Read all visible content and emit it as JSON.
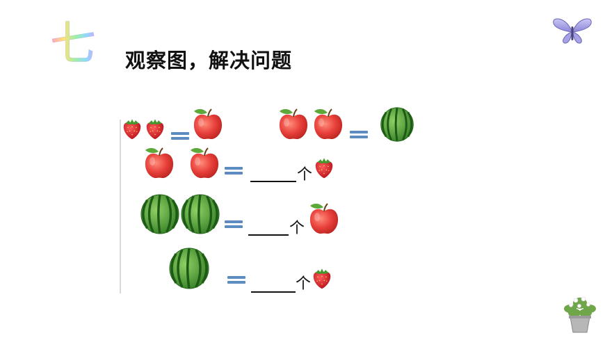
{
  "header": {
    "section_number": "七",
    "title": "观察图，解决问题"
  },
  "given": [
    {
      "left": [
        {
          "fruit": "strawberry",
          "count": 2
        }
      ],
      "right": [
        {
          "fruit": "apple",
          "count": 1
        }
      ]
    },
    {
      "left": [
        {
          "fruit": "apple",
          "count": 2
        }
      ],
      "right": [
        {
          "fruit": "watermelon",
          "count": 1
        }
      ]
    }
  ],
  "questions": [
    {
      "left": [
        {
          "fruit": "apple",
          "count": 2
        }
      ],
      "answer": "",
      "unit": "个",
      "target": "strawberry"
    },
    {
      "left": [
        {
          "fruit": "watermelon",
          "count": 2
        }
      ],
      "answer": "",
      "unit": "个",
      "target": "apple"
    },
    {
      "left": [
        {
          "fruit": "watermelon",
          "count": 1
        }
      ],
      "answer": "",
      "unit": "个",
      "target": "strawberry"
    }
  ],
  "decor": {
    "top_right": "butterfly-icon",
    "bottom_right": "flower-pot-icon"
  },
  "colors": {
    "equals_sign": "#5b8bbf",
    "apple": "#e8403a",
    "strawberry": "#d91f26",
    "watermelon": "#3c8a2a"
  }
}
